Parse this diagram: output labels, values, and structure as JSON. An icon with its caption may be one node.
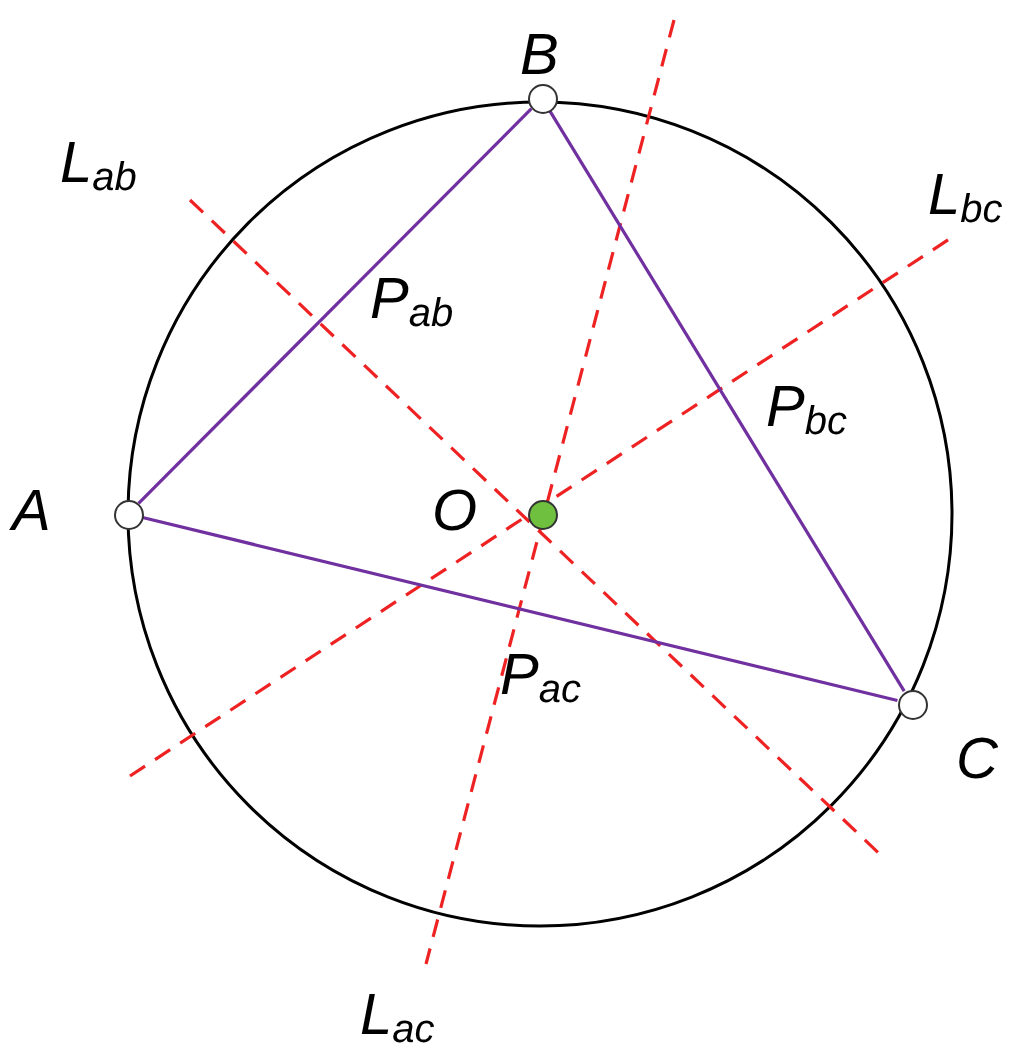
{
  "diagram": {
    "nodes": [
      {
        "text": [],
        "shape": "circle",
        "beside": [
          "B"
        ]
      },
      {
        "text": [],
        "shape": "circle",
        "beside": [
          "A"
        ]
      },
      {
        "text": [],
        "shape": "circle",
        "beside": [
          "O"
        ]
      },
      {
        "text": [],
        "shape": "circle",
        "beside": [
          "C"
        ]
      }
    ],
    "edges": [
      {
        "from": 0,
        "to": 1,
        "arrow": "none"
      },
      {
        "from": 0,
        "to": 3,
        "arrow": "none"
      },
      {
        "from": 1,
        "to": 3,
        "arrow": "none"
      }
    ],
    "labels": [
      "L$_{ab}$",
      "L$_{bc}$",
      "P$_{ab}$",
      "P$_{bc}$",
      "P$_{ac}$",
      "L$_{ac}$"
    ]
  }
}
